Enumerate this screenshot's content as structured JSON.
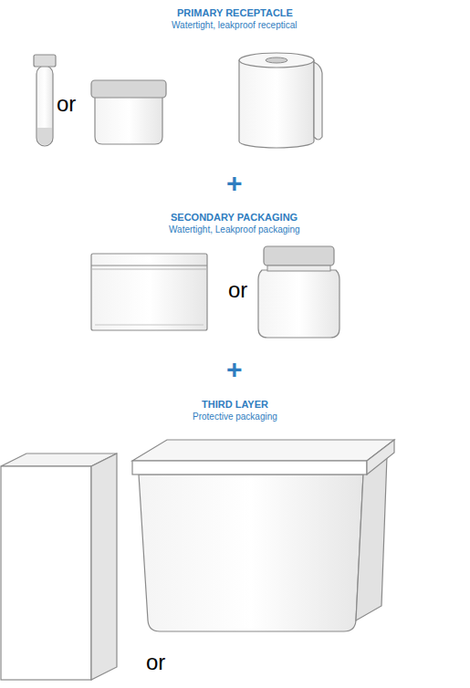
{
  "diagram": {
    "labels": [
      "PRIMARY RECEPTACLE",
      "Watertight, leakproof receptical",
      "or",
      "+",
      "SECONDARY PACKAGING",
      "Watertight, Leakproof packaging",
      "or",
      "+",
      "THIRD LAYER",
      "Protective packaging",
      "or"
    ]
  }
}
